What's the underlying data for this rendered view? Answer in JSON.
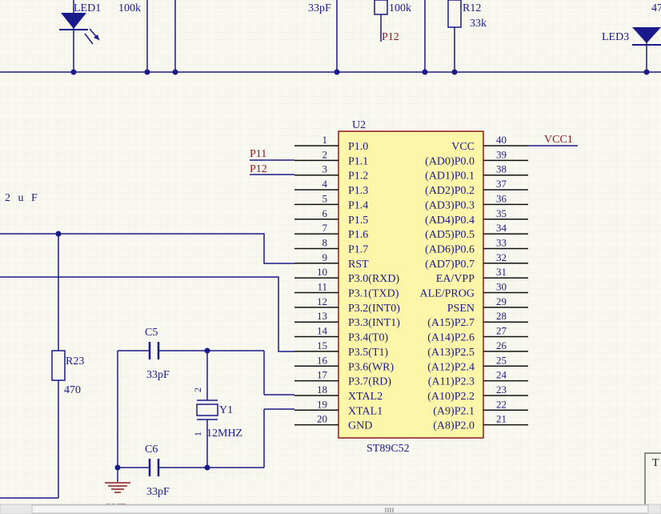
{
  "chip": {
    "designator": "U2",
    "part": "ST89C52",
    "left_pins": [
      {
        "num": "1",
        "name": "P1.0"
      },
      {
        "num": "2",
        "name": "P1.1"
      },
      {
        "num": "3",
        "name": "P1.2"
      },
      {
        "num": "4",
        "name": "P1.3"
      },
      {
        "num": "5",
        "name": "P1.4"
      },
      {
        "num": "6",
        "name": "P1.5"
      },
      {
        "num": "7",
        "name": "P1.6"
      },
      {
        "num": "8",
        "name": "P1.7"
      },
      {
        "num": "9",
        "name": "RST"
      },
      {
        "num": "10",
        "name": "P3.0(RXD)"
      },
      {
        "num": "11",
        "name": "P3.1(TXD)"
      },
      {
        "num": "12",
        "name": "P3.2(INT0)"
      },
      {
        "num": "13",
        "name": "P3.3(INT1)"
      },
      {
        "num": "14",
        "name": "P3.4(T0)"
      },
      {
        "num": "15",
        "name": "P3.5(T1)"
      },
      {
        "num": "16",
        "name": "P3.6(WR)"
      },
      {
        "num": "17",
        "name": "P3.7(RD)"
      },
      {
        "num": "18",
        "name": "XTAL2"
      },
      {
        "num": "19",
        "name": "XTAL1"
      },
      {
        "num": "20",
        "name": "GND"
      }
    ],
    "right_pins": [
      {
        "num": "40",
        "name": "VCC"
      },
      {
        "num": "39",
        "name": "(AD0)P0.0"
      },
      {
        "num": "38",
        "name": "(AD1)P0.1"
      },
      {
        "num": "37",
        "name": "(AD2)P0.2"
      },
      {
        "num": "36",
        "name": "(AD3)P0.3"
      },
      {
        "num": "35",
        "name": "(AD4)P0.4"
      },
      {
        "num": "34",
        "name": "(AD5)P0.5"
      },
      {
        "num": "33",
        "name": "(AD6)P0.6"
      },
      {
        "num": "32",
        "name": "(AD7)P0.7"
      },
      {
        "num": "31",
        "name": "EA/VPP"
      },
      {
        "num": "30",
        "name": "ALE/PROG"
      },
      {
        "num": "29",
        "name": "PSEN"
      },
      {
        "num": "28",
        "name": "(A15)P2.7"
      },
      {
        "num": "27",
        "name": "(A14)P2.6"
      },
      {
        "num": "26",
        "name": "(A13)P2.5"
      },
      {
        "num": "25",
        "name": "(A12)P2.4"
      },
      {
        "num": "24",
        "name": "(A11)P2.3"
      },
      {
        "num": "23",
        "name": "(A10)P2.2"
      },
      {
        "num": "22",
        "name": "(A9)P2.1"
      },
      {
        "num": "21",
        "name": "(A8)P2.0"
      }
    ]
  },
  "nets": {
    "p11": "P11",
    "p12_chip": "P12",
    "p12_top": "P12",
    "vcc": "VCC1",
    "gnd": "GND"
  },
  "components": {
    "led1": "LED1",
    "led3": "LED3",
    "r_top_left_value": "100k",
    "c_top_value": "33pF",
    "r_top_mid_value": "100k",
    "r12": "R12",
    "r12_value": "33k",
    "top_right_partial": "47",
    "cap_left_value": "2 u F",
    "r23": "R23",
    "r23_value": "470",
    "c5": "C5",
    "c5_value": "33pF",
    "c6": "C6",
    "c6_value": "33pF",
    "y1": "Y1",
    "y1_value": "12MHZ",
    "y1_pin1": "1",
    "y1_pin2": "2",
    "title_block_partial": "T"
  },
  "colors": {
    "wire": "#1a1a8a",
    "net_label": "#8b1a1a",
    "chip_fill": "#fdf6a9",
    "chip_border": "#8b1a1a",
    "background": "#f9f8f0"
  }
}
